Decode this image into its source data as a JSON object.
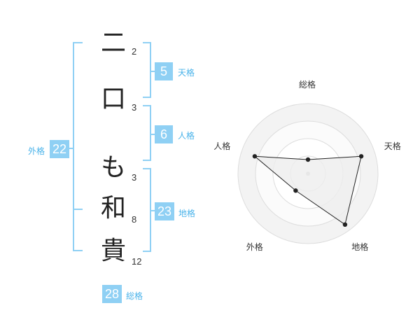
{
  "name": {
    "chars": [
      {
        "char": "二",
        "strokes": "2"
      },
      {
        "char": "口",
        "strokes": "3"
      },
      {
        "char": "も",
        "strokes": "3"
      },
      {
        "char": "和",
        "strokes": "8"
      },
      {
        "char": "貴",
        "strokes": "12"
      }
    ]
  },
  "fortune": {
    "tenkaku": {
      "label": "天格",
      "value": "5"
    },
    "jinkaku": {
      "label": "人格",
      "value": "6"
    },
    "chikaku": {
      "label": "地格",
      "value": "23"
    },
    "gaikaku": {
      "label": "外格",
      "value": "22"
    },
    "soukaku": {
      "label": "総格",
      "value": "28"
    }
  },
  "colors": {
    "accent": "#8fd0f4",
    "accent_text": "#4ab3ea"
  },
  "chart_data": {
    "type": "radar",
    "axes": [
      "総格",
      "天格",
      "地格",
      "外格",
      "人格"
    ],
    "values": [
      0.2,
      0.8,
      0.9,
      0.3,
      0.8
    ],
    "rings": 4,
    "grid": true
  }
}
